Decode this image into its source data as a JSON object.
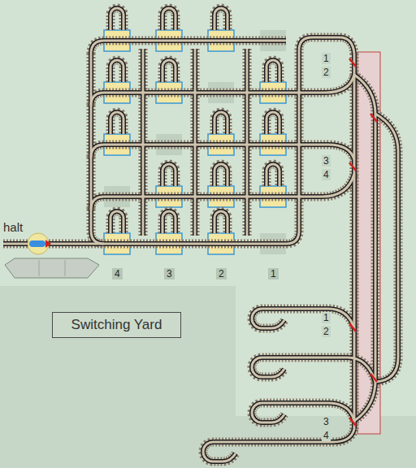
{
  "diagram": {
    "nodes": [
      {
        "text": [
          "Switching Yard"
        ]
      }
    ],
    "labels": [
      "1",
      "2",
      "3",
      "4",
      "halt",
      "4",
      "3",
      "2",
      "1",
      "1",
      "2",
      "3",
      "4"
    ]
  }
}
